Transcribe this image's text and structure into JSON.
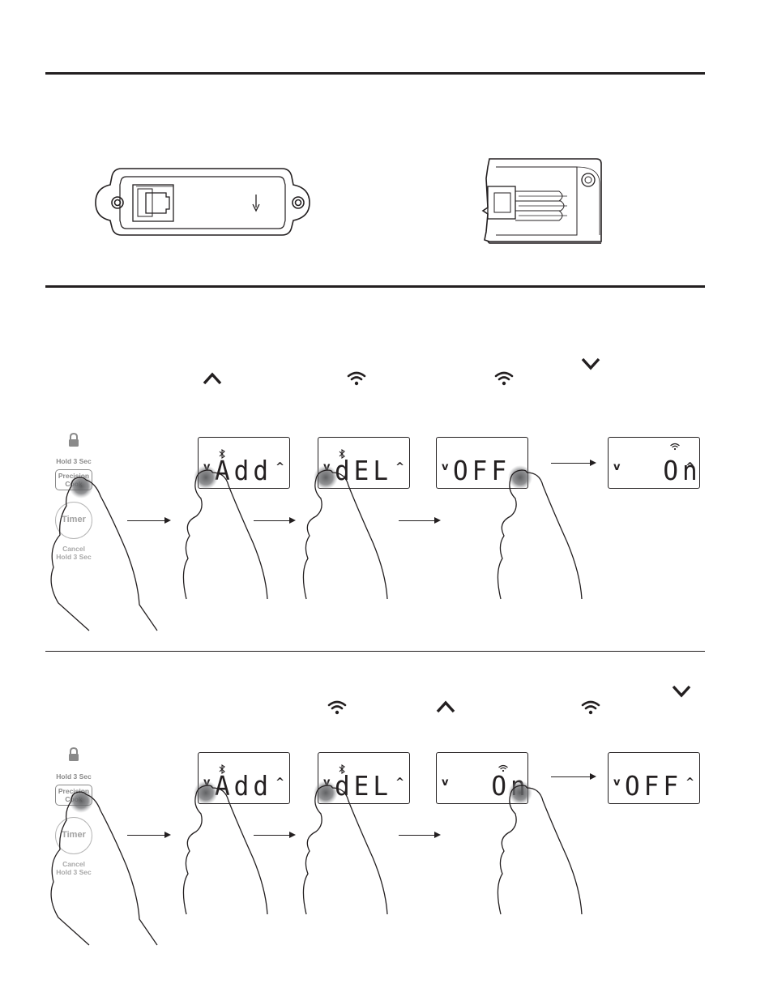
{
  "panel": {
    "hold_label": "Hold 3 Sec",
    "button_label_line1": "Precision",
    "button_label_line2": "Cook",
    "timer_label": "Timer",
    "cancel_label_line1": "Cancel",
    "cancel_label_line2": "Hold 3 Sec"
  },
  "row1": {
    "displays": [
      {
        "text": "Add",
        "icon": "bluetooth-icon",
        "left": "v",
        "right": "^"
      },
      {
        "text": "dEL",
        "icon": "bluetooth-icon",
        "left": "v",
        "right": "^"
      },
      {
        "text": "OFF",
        "icon": "",
        "left": "v",
        "right": ""
      },
      {
        "text": "  On",
        "icon": "wifi-icon",
        "left": "v",
        "right": "^"
      }
    ]
  },
  "row2": {
    "displays": [
      {
        "text": "Add",
        "icon": "bluetooth-icon",
        "left": "v",
        "right": "^"
      },
      {
        "text": "dEL",
        "icon": "bluetooth-icon",
        "left": "v",
        "right": "^"
      },
      {
        "text": "  On",
        "icon": "wifi-icon",
        "left": "v",
        "right": ""
      },
      {
        "text": "OFF",
        "icon": "",
        "left": "v",
        "right": "^"
      }
    ]
  },
  "colors": {
    "ink": "#231f20",
    "touch": "#6d6e71",
    "panel_gray": "#8a8a8a"
  }
}
